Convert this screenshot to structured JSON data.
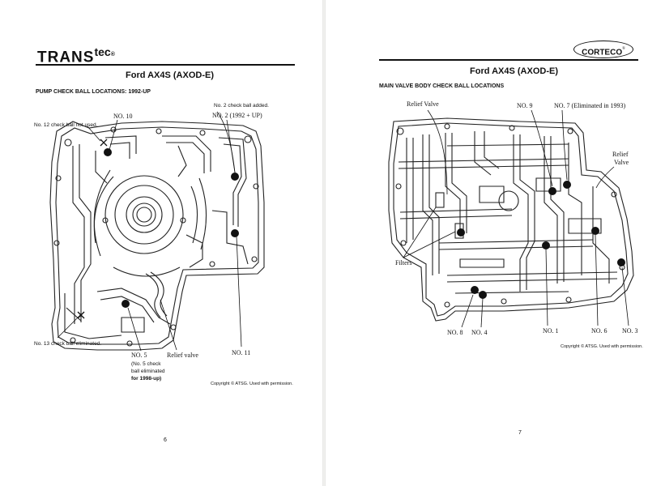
{
  "left_page": {
    "brand": {
      "main": "TRANS",
      "sup": "tec",
      "reg": "®"
    },
    "title": "Ford AX4S (AXOD-E)",
    "subtitle": "PUMP CHECK BALL LOCATIONS:  1992-UP",
    "labels": {
      "no10": "NO. 10",
      "no12_note": "No. 12 check ball not used.",
      "no2_added": "No. 2 check ball added.",
      "no2": "NO. 2 (1992 + UP)",
      "no13_note": "No. 13 check ball eliminated.",
      "no5": "NO. 5",
      "no5_note_1": "(No. 5 check",
      "no5_note_2": "ball eliminated",
      "no5_note_3": "for 1998-up)",
      "relief_valve": "Relief valve",
      "no11": "NO. 11"
    },
    "copyright": "Copyright © ATSG. Used with permission.",
    "page_number": "6"
  },
  "right_page": {
    "brand": "CORTECO",
    "brand_reg": "®",
    "title": "Ford AX4S (AXOD-E)",
    "subtitle": "MAIN VALVE BODY CHECK BALL LOCATIONS",
    "labels": {
      "relief_valve_top": "Relief Valve",
      "no9": "NO. 9",
      "no7": "NO. 7 (Eliminated in 1993)",
      "relief_valve_right_1": "Relief",
      "relief_valve_right_2": "Valve",
      "filters": "Filters",
      "no8": "NO. 8",
      "no4": "NO. 4",
      "no1": "NO. 1",
      "no6": "NO. 6",
      "no3": "NO. 3"
    },
    "copyright": "Copyright © ATSG. Used with permission.",
    "page_number": "7"
  }
}
